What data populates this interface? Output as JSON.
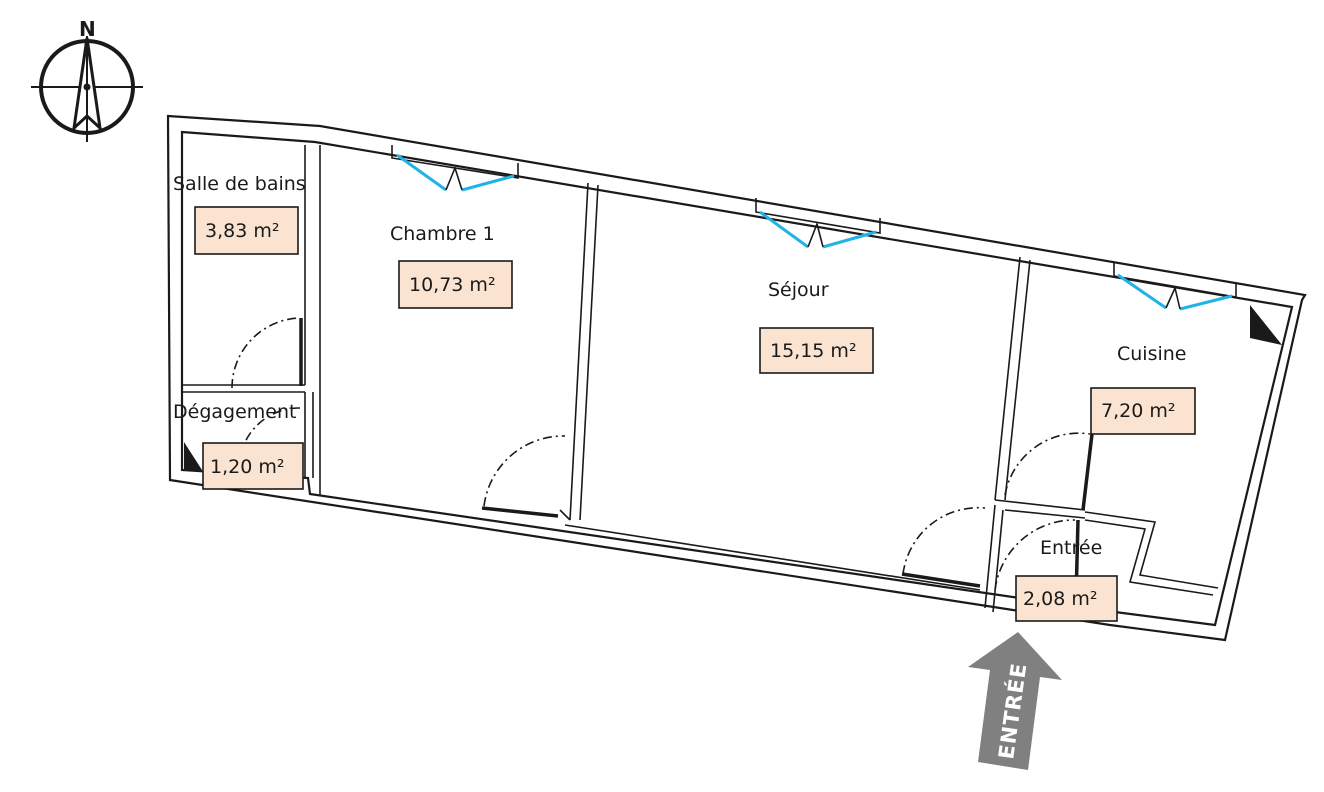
{
  "compass": {
    "north_letter": "N",
    "icon": "north-arrow-compass-icon"
  },
  "rooms": [
    {
      "id": "salle-de-bains",
      "name": "Salle de bains",
      "area": "3,83 m²"
    },
    {
      "id": "chambre-1",
      "name": "Chambre 1",
      "area": "10,73 m²"
    },
    {
      "id": "sejour",
      "name": "Séjour",
      "area": "15,15 m²"
    },
    {
      "id": "cuisine",
      "name": "Cuisine",
      "area": "7,20 m²"
    },
    {
      "id": "degagement",
      "name": "Dégagement",
      "area": "1,20 m²"
    },
    {
      "id": "entree",
      "name": "Entrée",
      "area": "2,08 m²"
    }
  ],
  "entrance_arrow": {
    "label": "ENTRÉE",
    "color": "#808080",
    "icon": "entrance-arrow-icon"
  },
  "colors": {
    "window": "#1fb3e6",
    "area_fill": "#fbe3d1",
    "wall": "#1a1a1a"
  }
}
